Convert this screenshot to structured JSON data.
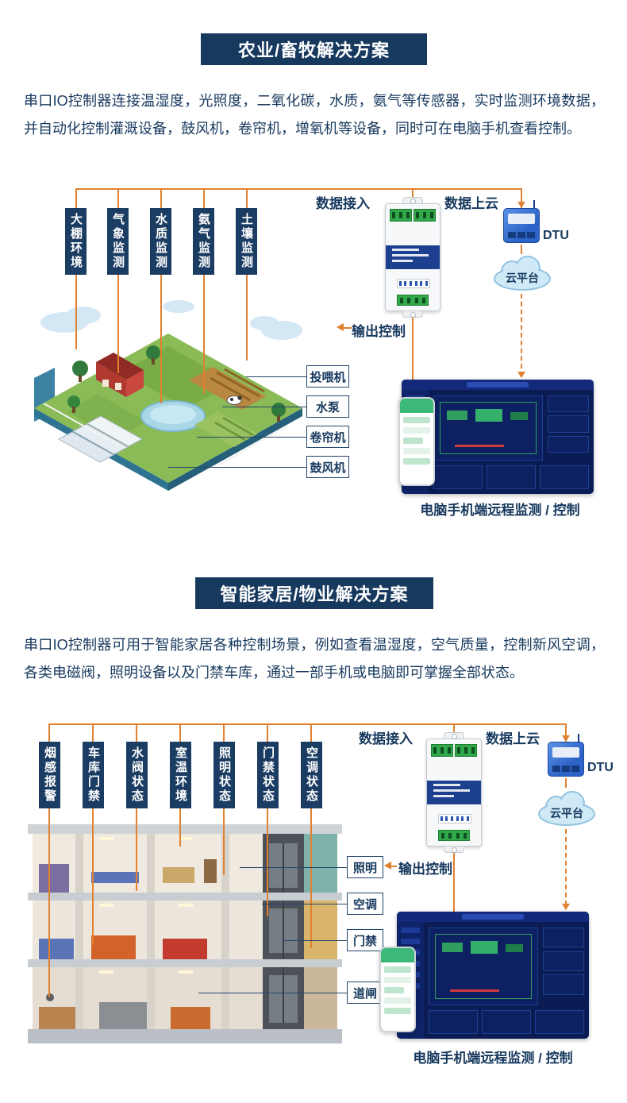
{
  "colors": {
    "navy": "#17395e",
    "orange": "#e2812f",
    "sensor_label_bg": "#1b3c63",
    "cloud_fill": "#cfe9f7",
    "terminal_green": "#31a84a",
    "dashboard_bg": "#0b1c55"
  },
  "sections": [
    {
      "title": "农业/畜牧解决方案",
      "description": "串口IO控制器连接温湿度，光照度，二氧化碳，水质，氨气等传感器，实时监测环境数据，并自动化控制灌溉设备，鼓风机，卷帘机，增氧机等设备，同时可在电脑手机查看控制。",
      "labels": {
        "data_in": "数据接入",
        "data_to_cloud": "数据上云",
        "dtu": "DTU",
        "cloud_platform": "云平台",
        "output_control": "输出控制"
      },
      "sensors": [
        "大棚环境",
        "气象监测",
        "水质监测",
        "氨气监测",
        "土壤监测"
      ],
      "equipment": [
        "投喂机",
        "水泵",
        "卷帘机",
        "鼓风机"
      ],
      "caption": "电脑手机端远程监测 / 控制"
    },
    {
      "title": "智能家居/物业解决方案",
      "description": "串口IO控制器可用于智能家居各种控制场景，例如查看温湿度，空气质量，控制新风空调，各类电磁阀，照明设备以及门禁车库，通过一部手机或电脑即可掌握全部状态。",
      "labels": {
        "data_in": "数据接入",
        "data_to_cloud": "数据上云",
        "dtu": "DTU",
        "cloud_platform": "云平台",
        "output_control": "输出控制"
      },
      "sensors": [
        "烟感报警",
        "车库门禁",
        "水阀状态",
        "室温环境",
        "照明状态",
        "门禁状态",
        "空调状态"
      ],
      "equipment": [
        "照明",
        "空调",
        "门禁",
        "道闸"
      ],
      "caption": "电脑手机端远程监测 / 控制"
    }
  ]
}
